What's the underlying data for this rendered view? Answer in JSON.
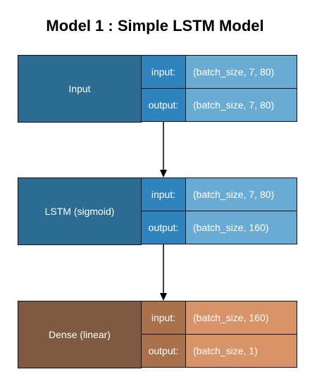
{
  "title": "Model 1 : Simple LSTM Model",
  "colors": {
    "blue_name": "#2c6b92",
    "blue_label": "#2f84be",
    "blue_value": "#6aabd3",
    "brown_name": "#7d5a41",
    "brown_label": "#a8704b",
    "brown_value": "#d89368"
  },
  "layers": [
    {
      "name": "Input",
      "input_label": "input:",
      "input_value": "(batch_size, 7, 80)",
      "output_label": "output:",
      "output_value": "(batch_size, 7, 80)"
    },
    {
      "name": "LSTM (sigmoid)",
      "input_label": "input:",
      "input_value": "(batch_size, 7, 80)",
      "output_label": "output:",
      "output_value": "(batch_size, 160)"
    },
    {
      "name": "Dense (linear)",
      "input_label": "input:",
      "input_value": "(batch_size, 160)",
      "output_label": "output:",
      "output_value": "(batch_size, 1)"
    }
  ]
}
